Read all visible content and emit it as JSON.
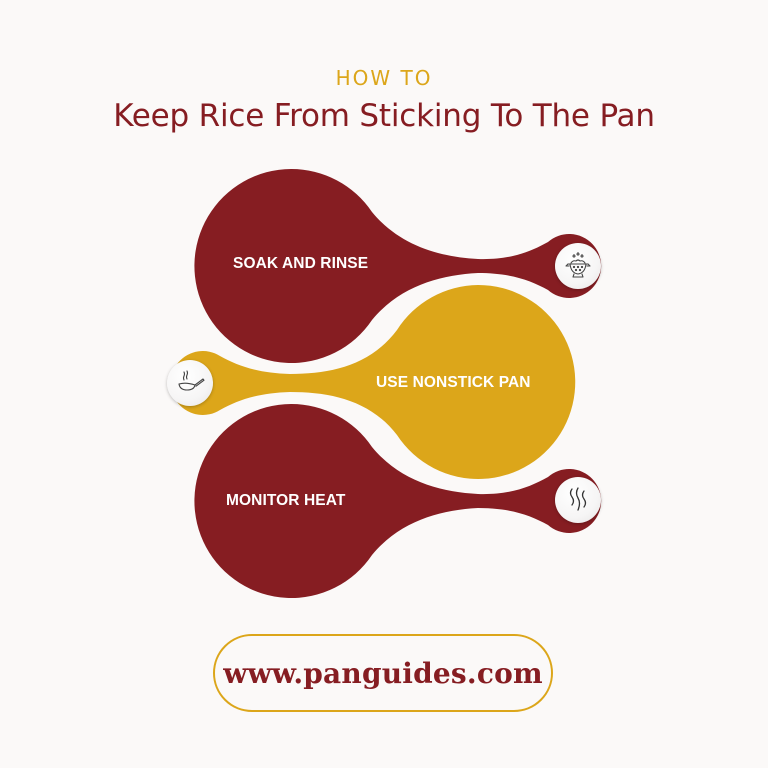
{
  "header": {
    "eyebrow": "HOW TO",
    "title": "Keep Rice From Sticking To The Pan"
  },
  "colors": {
    "background": "#fbf9f8",
    "maroon": "#861d22",
    "gold": "#dca61a",
    "label_text": "#ffffff"
  },
  "steps": [
    {
      "label": "SOAK AND RINSE",
      "icon": "colander-rinse-icon",
      "color": "#861d22"
    },
    {
      "label": "USE NONSTICK PAN",
      "icon": "frying-pan-icon",
      "color": "#dca61a"
    },
    {
      "label": "MONITOR HEAT",
      "icon": "heat-waves-icon",
      "color": "#861d22"
    }
  ],
  "footer": {
    "url": "www.panguides.com"
  }
}
